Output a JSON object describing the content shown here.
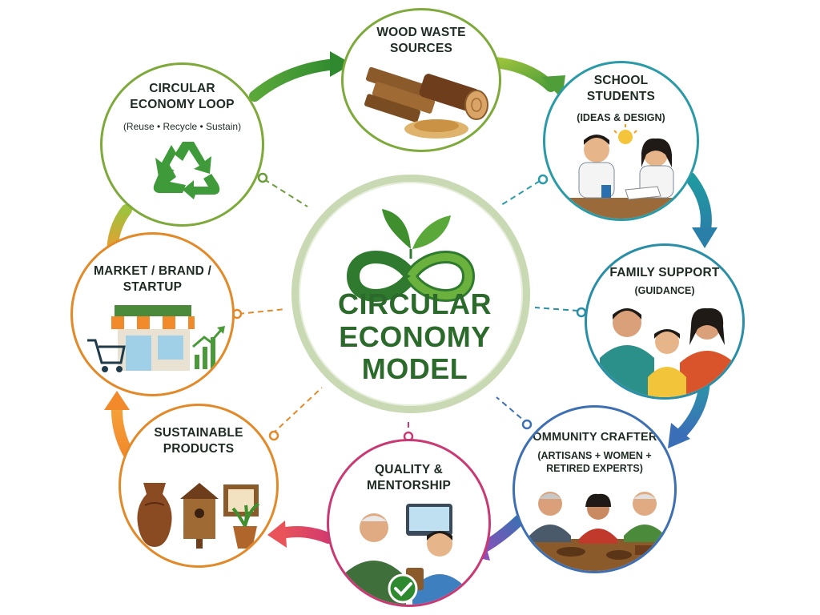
{
  "center": {
    "title_lines": [
      "CIRCULAR",
      "ECONOMY",
      "MODEL"
    ]
  },
  "nodes": {
    "circular_loop": {
      "title_lines": [
        "CIRCULAR",
        "ECONOMY LOOP"
      ],
      "subtitle": "(Reuse • Recycle • Sustain)",
      "icon": "recycle-icon"
    },
    "wood_waste": {
      "title_lines": [
        "WOOD WASTE",
        "SOURCES"
      ],
      "icon": "wood-logs-icon"
    },
    "school_students": {
      "title_lines": [
        "SCHOOL",
        "STUDENTS"
      ],
      "subtitle": "(IDEAS & DESIGN)",
      "icon": "students-icon"
    },
    "family_support": {
      "title_lines": [
        "FAMILY SUPPORT"
      ],
      "subtitle": "(GUIDANCE)",
      "icon": "family-icon"
    },
    "community_crafters": {
      "title_lines": [
        "COMMUNITY CRAFTERS"
      ],
      "subtitle_lines": [
        "(ARTISANS + WOMEN +",
        "RETIRED EXPERTS)"
      ],
      "icon": "crafters-icon"
    },
    "quality_mentorship": {
      "title_lines": [
        "QUALITY &",
        "MENTORSHIP"
      ],
      "icon": "mentor-icon"
    },
    "sustainable_products": {
      "title_lines": [
        "SUSTAINABLE",
        "PRODUCTS"
      ],
      "icon": "products-icon"
    },
    "market_brand": {
      "title_lines": [
        "MARKET / BRAND /",
        "STARTUP"
      ],
      "icon": "shop-icon"
    }
  },
  "colors": {
    "green_dark": "#2f7a2f",
    "green_light": "#7cb83a",
    "teal": "#1f8f97",
    "blue": "#3e6fb3",
    "purple": "#7a58b8",
    "magenta": "#c93a74",
    "coral": "#e2574e",
    "orange": "#f0922a",
    "text": "#1d2b22"
  }
}
